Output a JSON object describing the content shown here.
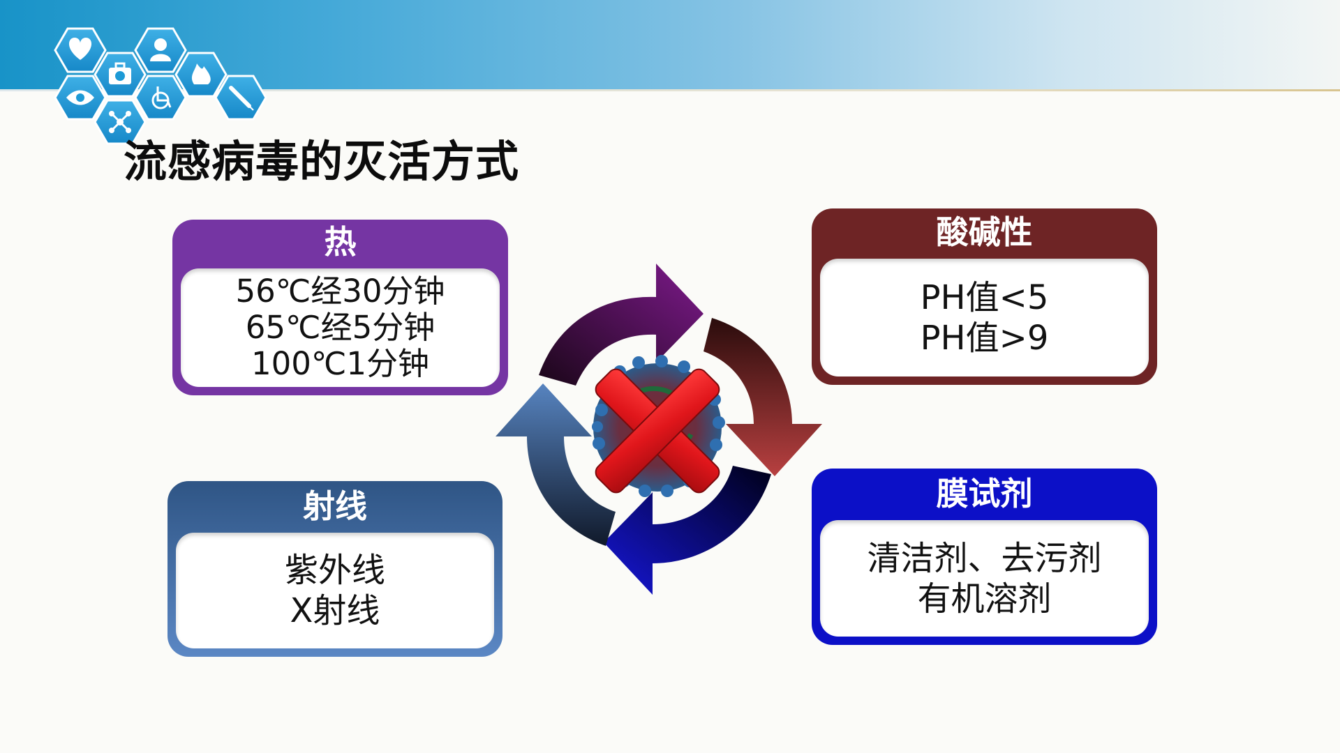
{
  "slide": {
    "title": "流感病毒的灭活方式"
  },
  "header": {
    "icons": [
      "heart-icon",
      "person-icon",
      "medical-kit-icon",
      "fire-icon",
      "eye-icon",
      "wheelchair-icon",
      "molecule-icon",
      "syringe-icon"
    ],
    "colors": {
      "hex": "#1d9ad6",
      "hex_highlight": "#45b6ea"
    }
  },
  "cards": {
    "heat": {
      "title": "热",
      "lines": [
        "56℃经30分钟",
        "65℃经5分钟",
        "100℃1分钟"
      ],
      "color": "#7535a3"
    },
    "acid_base": {
      "title": "酸碱性",
      "lines": [
        "PH值<5",
        "PH值>9"
      ],
      "color": "#6e2425"
    },
    "radiation": {
      "title": "射线",
      "lines": [
        "紫外线",
        "X射线"
      ],
      "color": "#3d6aa3"
    },
    "reagent": {
      "title": "膜试剂",
      "lines": [
        "清洁剂、去污剂",
        "有机溶剂"
      ],
      "color": "#0c10c7"
    }
  },
  "cycle": {
    "arrow_colors": [
      "#7a1a86",
      "#b23a3a",
      "#1a1ad0",
      "#4a78b8"
    ],
    "center_icon": "virus-crossed-out-icon",
    "cross_color": "#e0161b"
  }
}
